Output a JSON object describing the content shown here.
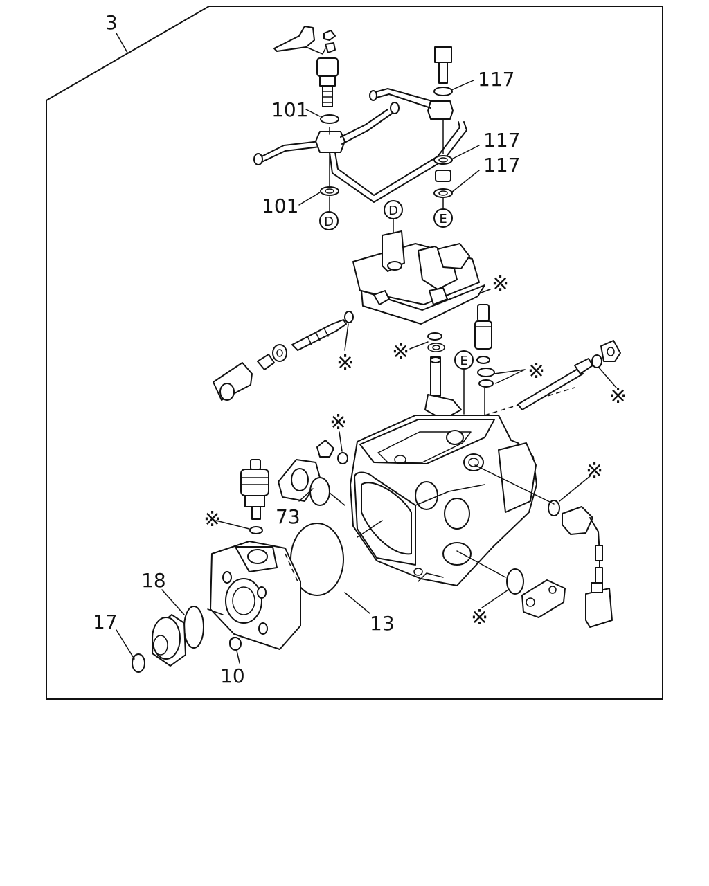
{
  "assembly_number": "3",
  "callouts": {
    "p101_upper": "101",
    "p101_lower": "101",
    "p117_a": "117",
    "p117_b": "117",
    "p117_c": "117",
    "p73": "73",
    "p18": "18",
    "p17": "17",
    "p13": "13",
    "p10": "10"
  },
  "connection_markers": {
    "d_lower": "D",
    "d_upper": "D",
    "e_lower": "E",
    "e_body": "E"
  },
  "asterisk_symbol": "※"
}
